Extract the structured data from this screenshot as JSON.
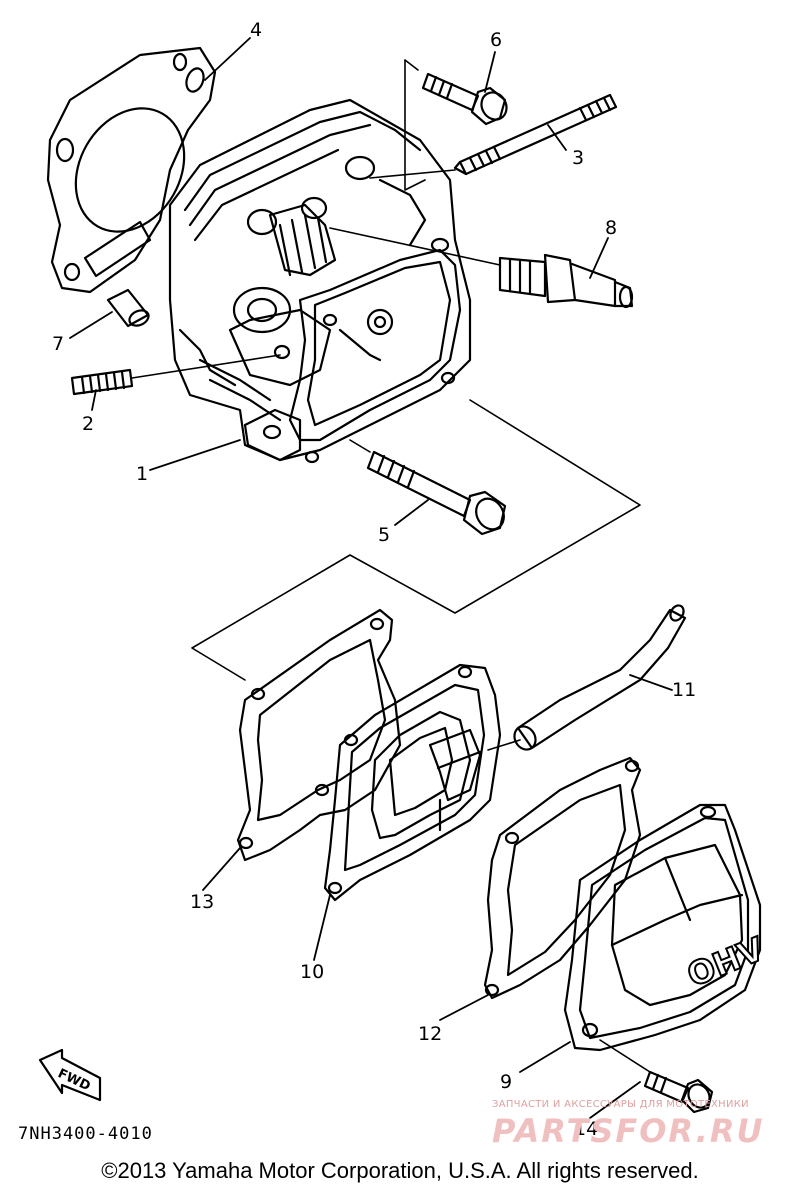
{
  "diagram": {
    "callouts": [
      "1",
      "2",
      "3",
      "4",
      "5",
      "6",
      "7",
      "8",
      "9",
      "10",
      "11",
      "12",
      "13",
      "14"
    ],
    "cover_text": "OHV",
    "fwd_label": "FWD",
    "part_code": "7NH3400-4010",
    "copyright": "©2013 Yamaha Motor Corporation, U.S.A. All rights reserved.",
    "watermark_line1": "ЗАПЧАСТИ И АКСЕССУАРЫ ДЛЯ МОТОТЕХНИКИ",
    "watermark_line2": "PARTSFOR.RU"
  }
}
